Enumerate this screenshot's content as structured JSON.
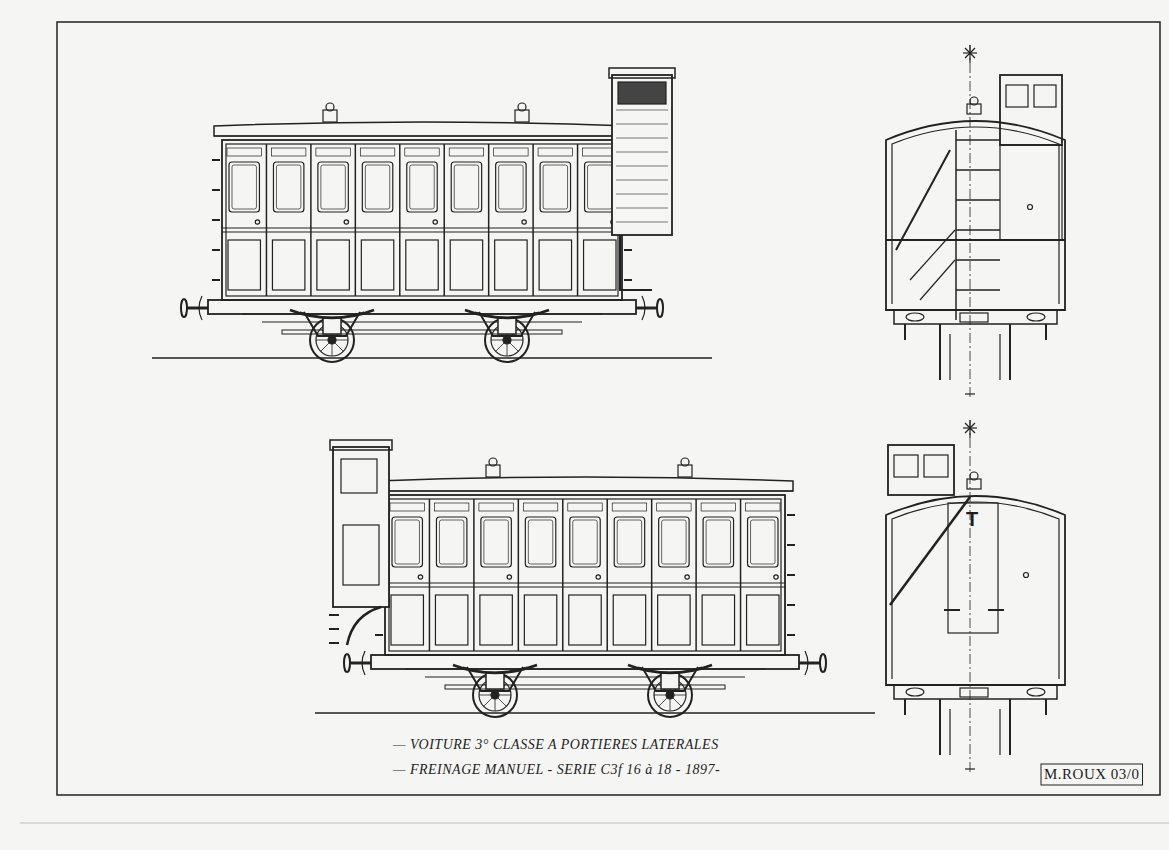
{
  "diagram": {
    "labels": [
      "T",
      "— VOITURE 3° CLASSE A PORTIERES LATERALES",
      "— FREINAGE MANUEL - SERIE C3f 16 à 18 - 1897-",
      "M.ROUX 03/0"
    ]
  }
}
